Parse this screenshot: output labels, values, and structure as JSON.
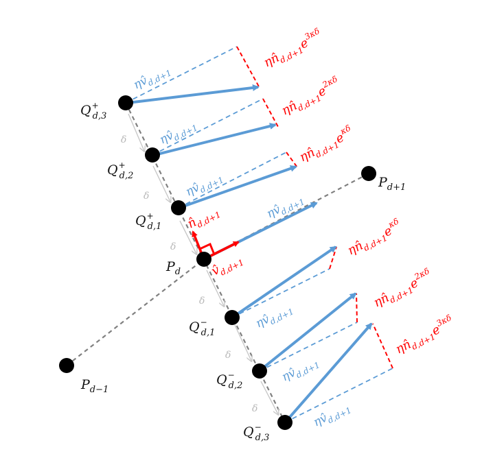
{
  "points": {
    "p_prev": "P",
    "p_prev_sub": "d−1",
    "p_d": "P",
    "p_d_sub": "d",
    "p_next": "P",
    "p_next_sub": "d+1",
    "q_plus_1": "Q",
    "q_plus_1_sup": "+",
    "q_plus_1_sub": "d,1",
    "q_plus_2": "Q",
    "q_plus_2_sup": "+",
    "q_plus_2_sub": "d,2",
    "q_plus_3": "Q",
    "q_plus_3_sup": "+",
    "q_plus_3_sub": "d,3",
    "q_minus_1": "Q",
    "q_minus_1_sup": "−",
    "q_minus_1_sub": "d,1",
    "q_minus_2": "Q",
    "q_minus_2_sup": "−",
    "q_minus_2_sub": "d,2",
    "q_minus_3": "Q",
    "q_minus_3_sup": "−",
    "q_minus_3_sub": "d,3"
  },
  "labels": {
    "blue_vec": "ηv̂",
    "blue_vec_sub": "d,d+1",
    "red_n_vec": "ηn̂",
    "red_n_vec_sub": "d,d+1",
    "exp_e": "e",
    "exp_1": "κδ",
    "exp_2": "2κδ",
    "exp_3": "3κδ",
    "n_hat": "n̂",
    "n_hat_sub": "d,d+1",
    "v_hat": "v̂",
    "v_hat_sub": "d,d+1",
    "delta": "δ"
  },
  "colors": {
    "blue": "#5b9bd5",
    "red": "#ff0000",
    "gray_dash": "#808080",
    "light_gray": "#c8c8c8",
    "black": "#000000"
  }
}
